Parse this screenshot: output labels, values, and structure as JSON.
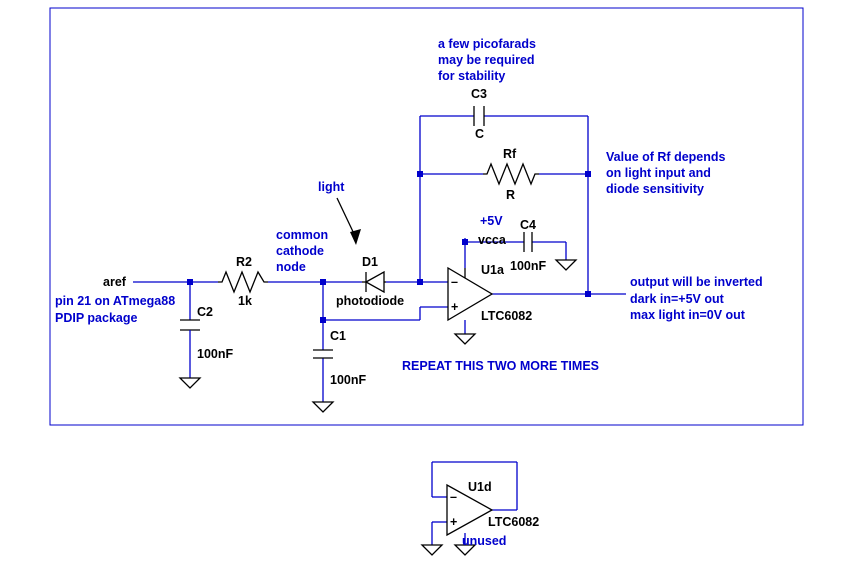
{
  "notes": {
    "stability": [
      "a few picofarads",
      "may be required",
      "for stability"
    ],
    "rf_note": [
      "Value of Rf depends",
      "on light input and",
      "diode sensitivity"
    ],
    "output_note": [
      "output will be inverted",
      "dark in=+5V out",
      "max light in=0V out"
    ],
    "light": "light",
    "common_cathode": [
      "common",
      "cathode",
      "node"
    ],
    "aref": "aref",
    "pin_note": [
      "pin 21 on ATmega88",
      "PDIP package"
    ],
    "repeat": "REPEAT THIS TWO MORE TIMES",
    "supply": "+5V",
    "vcca": "vcca",
    "unused": "unused"
  },
  "components": {
    "c3_ref": "C3",
    "c3_val": "C",
    "rf_ref": "Rf",
    "rf_val": "R",
    "r2_ref": "R2",
    "r2_val": "1k",
    "d1_ref": "D1",
    "d1_val": "photodiode",
    "c2_ref": "C2",
    "c2_val": "100nF",
    "c1_ref": "C1",
    "c1_val": "100nF",
    "c4_ref": "C4",
    "c4_val": "100nF",
    "u1a_ref": "U1a",
    "u1a_val": "LTC6082",
    "u1d_ref": "U1d",
    "u1d_val": "LTC6082"
  },
  "pins": {
    "minus": "–",
    "plus": "+"
  },
  "colors": {
    "wire": "#0000cc",
    "component": "#000000",
    "text": "#0000cc"
  }
}
